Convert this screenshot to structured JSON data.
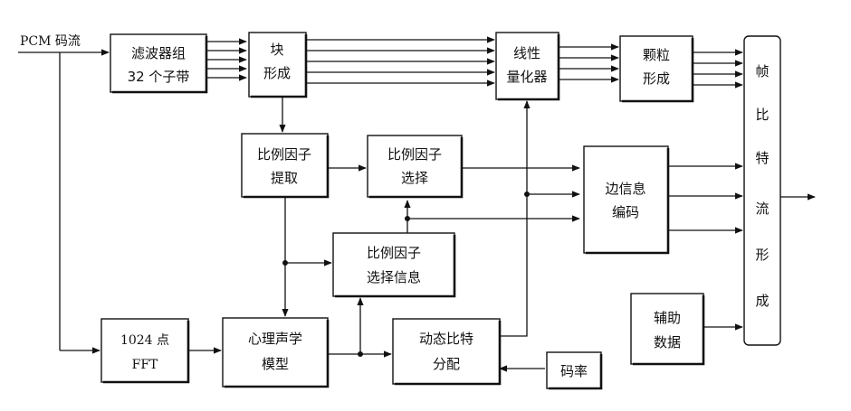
{
  "input": {
    "label": "PCM 码流"
  },
  "blocks": {
    "filter_bank": {
      "lines": [
        "滤波器组",
        "32 个子带"
      ]
    },
    "block_formation": {
      "lines": [
        "块",
        "形成"
      ]
    },
    "linear_quantizer": {
      "lines": [
        "线性",
        "量化器"
      ]
    },
    "granule_formation": {
      "lines": [
        "颗粒",
        "形成"
      ]
    },
    "frame_bitstream": {
      "lines": [
        "帧",
        "比",
        "特",
        "流",
        "形",
        "成"
      ]
    },
    "scalefactor_extract": {
      "lines": [
        "比例因子",
        "提取"
      ]
    },
    "scalefactor_select": {
      "lines": [
        "比例因子",
        "选择"
      ]
    },
    "side_info_coding": {
      "lines": [
        "边信息",
        "编码"
      ]
    },
    "scalefactor_select_info": {
      "lines": [
        "比例因子",
        "选择信息"
      ]
    },
    "fft": {
      "lines": [
        "1024 点",
        "FFT"
      ]
    },
    "psychoacoustic_model": {
      "lines": [
        "心理声学",
        "模型"
      ]
    },
    "dynamic_bit_alloc": {
      "lines": [
        "动态比特",
        "分配"
      ]
    },
    "bit_rate": {
      "lines": [
        "码率"
      ]
    },
    "ancillary_data": {
      "lines": [
        "辅助",
        "数据"
      ]
    }
  }
}
